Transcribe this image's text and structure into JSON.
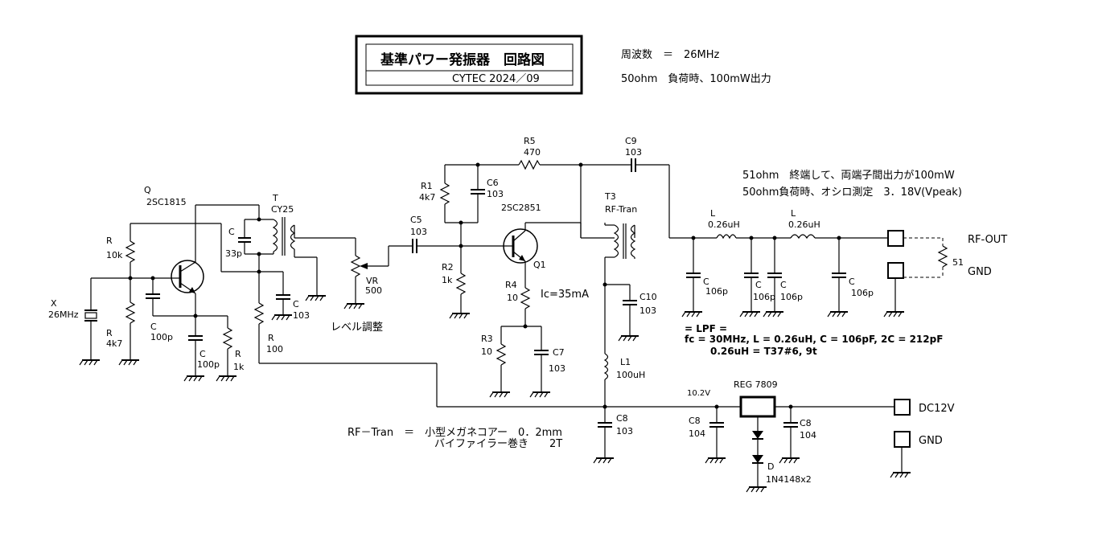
{
  "title": {
    "main": "基準パワー発振器　回路図",
    "sub": "CYTEC  2024／09"
  },
  "specs": {
    "frequency": "周波数　＝　26MHz",
    "load_output": "50ohm　負荷時、100mW出力",
    "termination": "51ohm　終端して、両端子間出力が100mW",
    "scope": "50ohm負荷時、オシロ測定　3．18V(Vpeak)"
  },
  "components": {
    "x_ref": "X",
    "x_val": "26MHz",
    "q_ref": "Q",
    "q_val": "2SC1815",
    "r_bias_top_ref": "R",
    "r_bias_top_val": "10k",
    "r_bias_bot_ref": "R",
    "r_bias_bot_val": "4k7",
    "c_fb_ref": "C",
    "c_fb_val": "100p",
    "c_emit_ref": "C",
    "c_emit_val": "100p",
    "r_emit_ref": "R",
    "r_emit_val": "1k",
    "t_ref": "T",
    "t_val": "CY25",
    "c_tank_ref": "C",
    "c_tank_val": "33p",
    "c_byp_ref": "C",
    "c_byp_val": "103",
    "r_dec_ref": "R",
    "r_dec_val": "100",
    "vr_ref": "VR",
    "vr_val": "500",
    "vr_note": "レベル調整",
    "c5_ref": "C5",
    "c5_val": "103",
    "r1_ref": "R1",
    "r1_val": "4k7",
    "c6_ref": "C6",
    "c6_val": "103",
    "r5_ref": "R5",
    "r5_val": "470",
    "r2_ref": "R2",
    "r2_val": "1k",
    "q1_type": "2SC2851",
    "q1_ref": "Q1",
    "r4_ref": "R4",
    "r4_val": "10",
    "ic_note": "Ic=35mA",
    "r3_ref": "R3",
    "r3_val": "10",
    "c7_ref": "C7",
    "c7_val": "103",
    "c9_ref": "C9",
    "c9_val": "103",
    "t3_ref": "T3",
    "t3_val": "RF-Tran",
    "c10_ref": "C10",
    "c10_val": "103",
    "l1_ref": "L1",
    "l1_val": "100uH",
    "c8a_ref": "C8",
    "c8a_val": "103",
    "c8b_ref": "C8",
    "c8b_val": "104",
    "c8c_ref": "C8",
    "c8c_val": "104",
    "reg": "REG 7809",
    "reg_in": "10.2V",
    "d_ref": "D",
    "d_val": "1N4148x2",
    "la_ref": "L",
    "la_val": "0.26uH",
    "lb_ref": "L",
    "lb_val": "0.26uH",
    "cp_ref": "C",
    "cp_val": "106p",
    "r51": "51"
  },
  "lpf": {
    "head": "= LPF =",
    "line1": "fc = 30MHz,  L = 0.26uH, C = 106pF, 2C = 212pF",
    "line2": "0.26uH = T37#6, 9t"
  },
  "rf_tran_note": {
    "line1": "RF－Tran　＝　小型メガネコアー　0．2mm",
    "line2": "バイファイラー巻き　　2T"
  },
  "terminals": {
    "rf_out": "RF-OUT",
    "gnd_rf": "GND",
    "dc_in": "DC12V",
    "gnd_dc": "GND"
  }
}
